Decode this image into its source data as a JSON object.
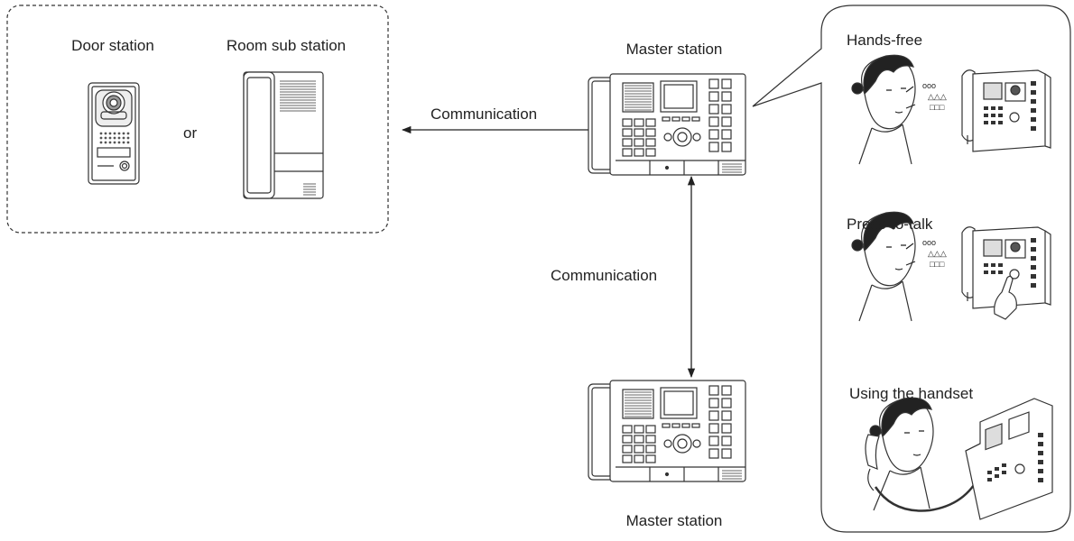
{
  "left_group": {
    "door_station_label": "Door station",
    "room_sub_station_label": "Room sub station",
    "or_label": "or"
  },
  "arrows": {
    "horizontal_label": "Communication",
    "vertical_label": "Communication"
  },
  "master_top": {
    "label": "Master station"
  },
  "master_bottom": {
    "label": "Master station"
  },
  "callout": {
    "items": [
      {
        "label": "Hands-free"
      },
      {
        "label": "Press-to-talk"
      },
      {
        "label": "Using the handset"
      }
    ]
  },
  "colors": {
    "line": "#333333",
    "fill": "#ffffff",
    "dark": "#555555"
  }
}
